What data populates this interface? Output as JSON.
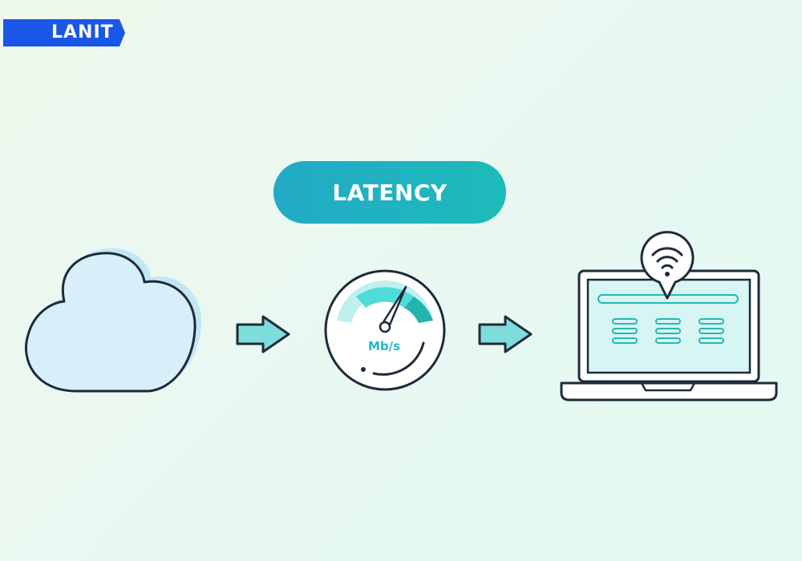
{
  "brand": {
    "logo_text": "LANIT",
    "color": "#1a56e8"
  },
  "diagram": {
    "title": "LATENCY",
    "gauge_unit": "Mb/s",
    "nodes": [
      {
        "name": "cloud",
        "icon": "cloud-icon"
      },
      {
        "name": "speedometer",
        "icon": "speedometer-icon"
      },
      {
        "name": "laptop",
        "icon": "laptop-icon"
      }
    ],
    "connectors": [
      "arrow-right-icon",
      "arrow-right-icon"
    ],
    "badge_icon": "wifi-icon"
  },
  "colors": {
    "accent": "#1fb5c0",
    "accent_light": "#7fdcdc",
    "outline": "#1f2a3a",
    "cloud_fill": "#d3edf8"
  }
}
